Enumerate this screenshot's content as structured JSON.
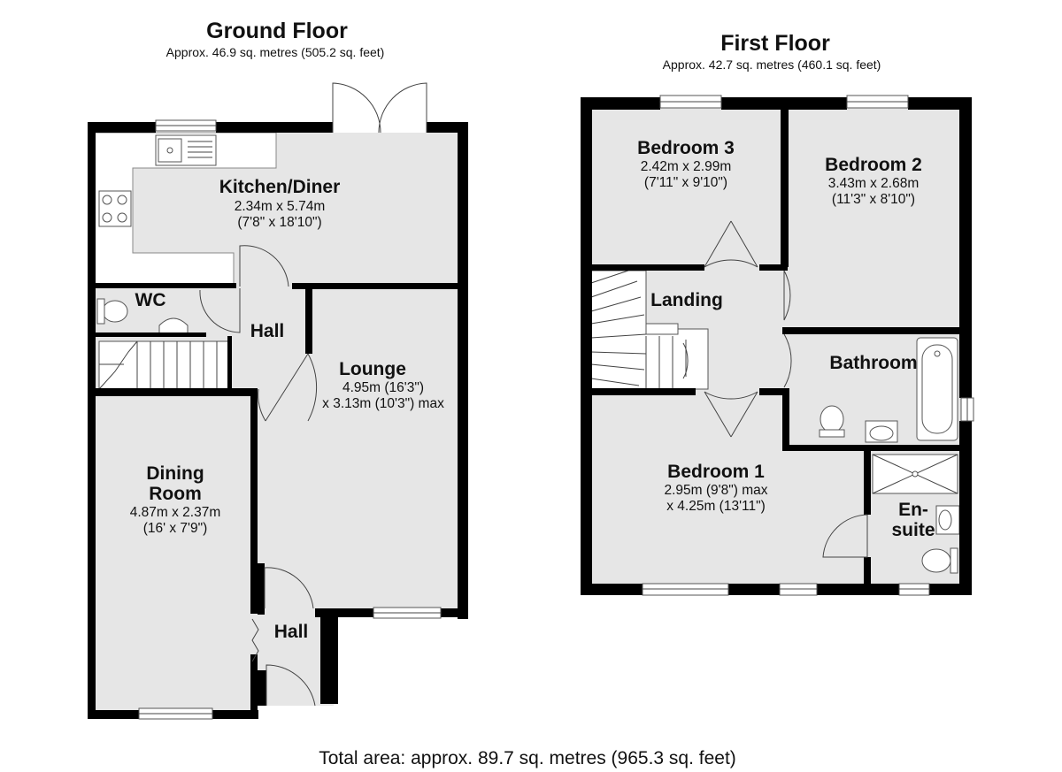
{
  "ground_floor": {
    "title": "Ground Floor",
    "area": "Approx. 46.9 sq. metres (505.2 sq. feet)",
    "rooms": {
      "kitchen": {
        "name": "Kitchen/Diner",
        "dim1": "2.34m x 5.74m",
        "dim2": "(7'8\" x 18'10\")"
      },
      "wc": {
        "name": "WC"
      },
      "hall_upper": {
        "name": "Hall"
      },
      "hall_lower": {
        "name": "Hall"
      },
      "lounge": {
        "name": "Lounge",
        "dim1": "4.95m (16'3\")",
        "dim2": "x 3.13m (10'3\") max"
      },
      "dining": {
        "name_line1": "Dining",
        "name_line2": "Room",
        "dim1": "4.87m x 2.37m",
        "dim2": "(16' x 7'9\")"
      }
    }
  },
  "first_floor": {
    "title": "First Floor",
    "area": "Approx. 42.7 sq. metres (460.1 sq. feet)",
    "rooms": {
      "bedroom3": {
        "name": "Bedroom 3",
        "dim1": "2.42m x 2.99m",
        "dim2": "(7'11\" x 9'10\")"
      },
      "bedroom2": {
        "name": "Bedroom 2",
        "dim1": "3.43m x 2.68m",
        "dim2": "(11'3\" x 8'10\")"
      },
      "landing": {
        "name": "Landing"
      },
      "bathroom": {
        "name": "Bathroom"
      },
      "bedroom1": {
        "name": "Bedroom 1",
        "dim1": "2.95m (9'8\") max",
        "dim2": "x 4.25m (13'11\")"
      },
      "ensuite": {
        "name_line1": "En-",
        "name_line2": "suite"
      }
    }
  },
  "total_area": "Total area: approx. 89.7 sq. metres (965.3 sq. feet)",
  "colors": {
    "wall": "#000000",
    "floor": "#e6e6e6",
    "background": "#ffffff"
  }
}
